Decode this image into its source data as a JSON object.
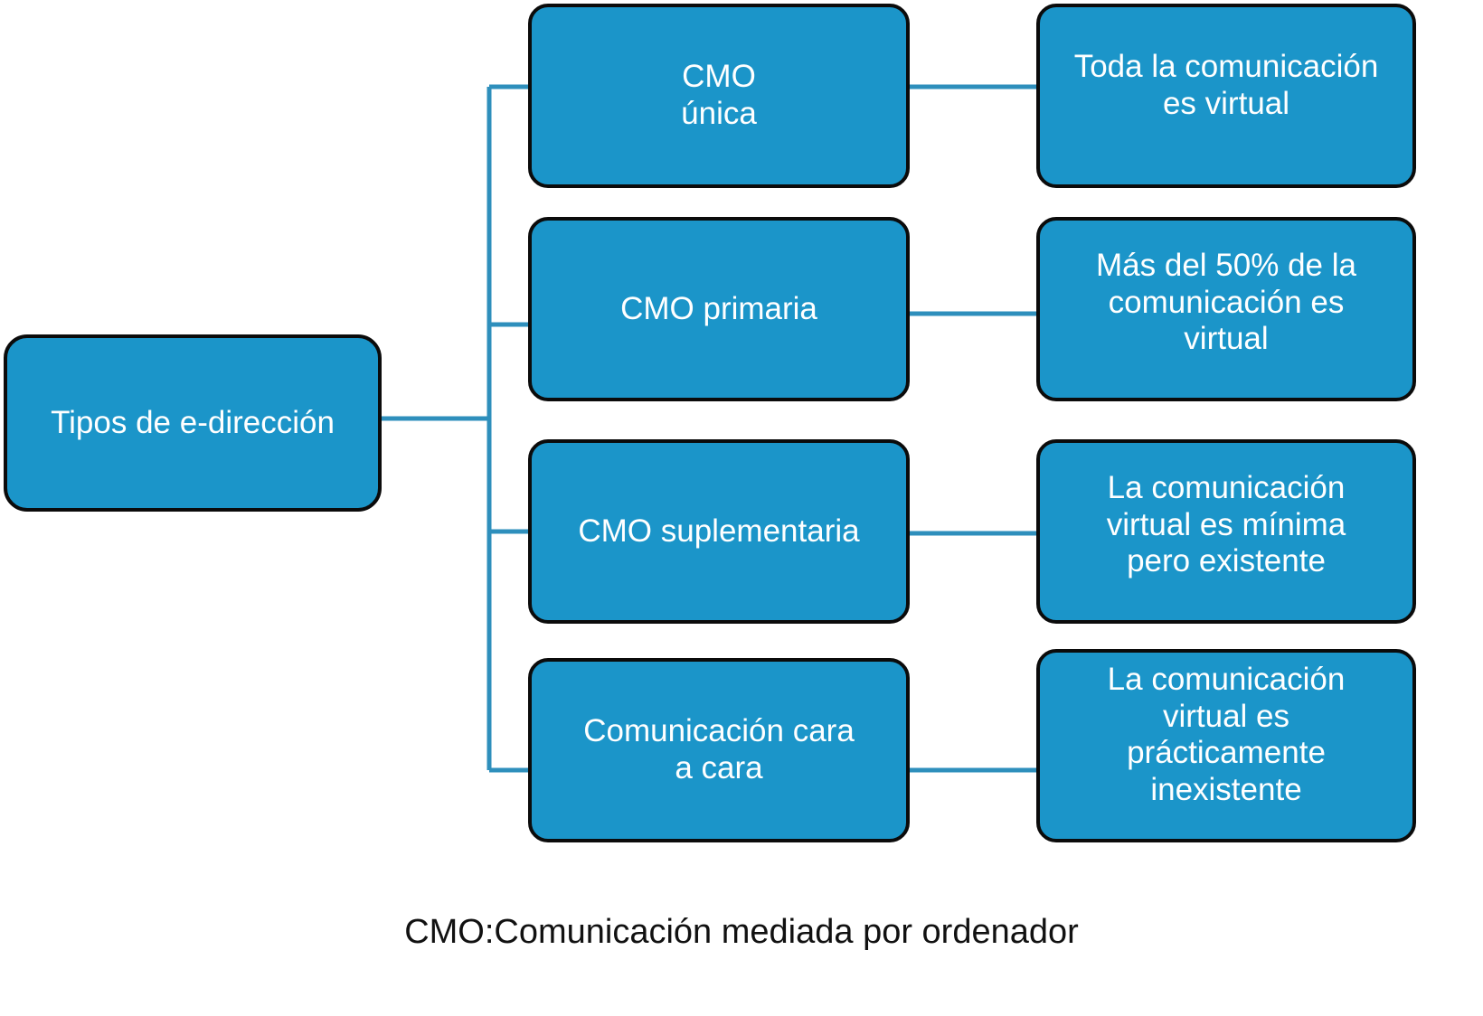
{
  "diagram": {
    "type": "tree",
    "root": {
      "label": "Tipos de e-dirección"
    },
    "branches": [
      {
        "category": "CMO\núnica",
        "description": "Toda la comunicación\nes virtual"
      },
      {
        "category": "CMO primaria",
        "description": "Más del 50% de la\ncomunicación es\nvirtual"
      },
      {
        "category": "CMO suplementaria",
        "description": "La comunicación\nvirtual es mínima\npero existente"
      },
      {
        "category": "Comunicación cara\na cara",
        "description": "La comunicación\nvirtual es\nprácticamente\ninexistente"
      }
    ],
    "caption": "CMO:Comunicación mediada por ordenador",
    "colors": {
      "node_fill": "#1b95c9",
      "node_border": "#0b0b0b",
      "node_text": "#ffffff",
      "connector": "#2e8fbc",
      "caption_text": "#111111",
      "background": "#ffffff"
    }
  }
}
